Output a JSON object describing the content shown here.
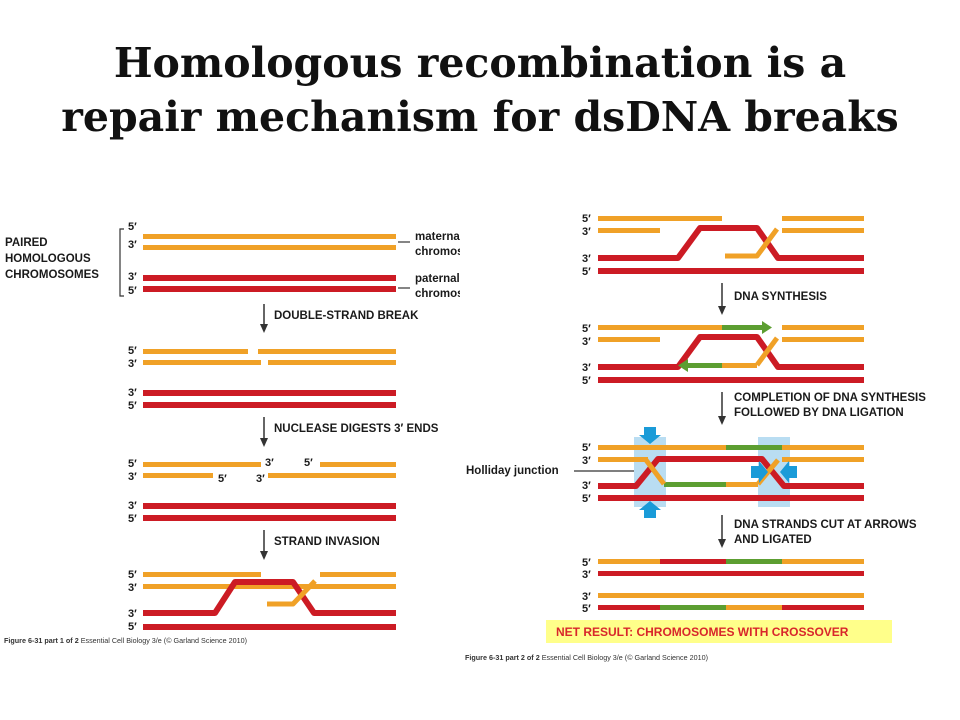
{
  "title": {
    "line1": "Homologous recombination is a",
    "line2": "repair mechanism for dsDNA breaks"
  },
  "colors": {
    "maternal": "#F0A127",
    "paternal": "#CC1B24",
    "synthesized": "#5C9E31",
    "arrow": "#1A9BD8",
    "highlight": "#B9DDF2",
    "result_bg": "#FFFF8A",
    "result_text": "#D8262B"
  },
  "left": {
    "label_paired": [
      "PAIRED",
      "HOMOLOGOUS",
      "CHROMOSOMES"
    ],
    "label_maternal": [
      "maternal",
      "chromosome"
    ],
    "label_paternal": [
      "paternal",
      "chromosome"
    ],
    "step1": "DOUBLE-STRAND BREAK",
    "step2": "NUCLEASE DIGESTS 3′ ENDS",
    "step3": "STRAND INVASION",
    "end5": "5′",
    "end3": "3′",
    "caption_bold": "Figure 6-31 part 1 of 2",
    "caption_rest": " Essential Cell Biology 3/e (© Garland Science 2010)"
  },
  "right": {
    "step1": "DNA SYNTHESIS",
    "step2": [
      "COMPLETION OF DNA SYNTHESIS",
      "FOLLOWED BY DNA LIGATION"
    ],
    "holliday": "Holliday junction",
    "step3": [
      "DNA STRANDS CUT AT ARROWS",
      "AND LIGATED"
    ],
    "result_label": "NET RESULT:",
    "result_text": " CHROMOSOMES WITH CROSSOVER",
    "end5": "5′",
    "end3": "3′",
    "caption_bold": "Figure 6-31 part 2 of 2",
    "caption_rest": " Essential Cell Biology 3/e (© Garland Science 2010)"
  }
}
